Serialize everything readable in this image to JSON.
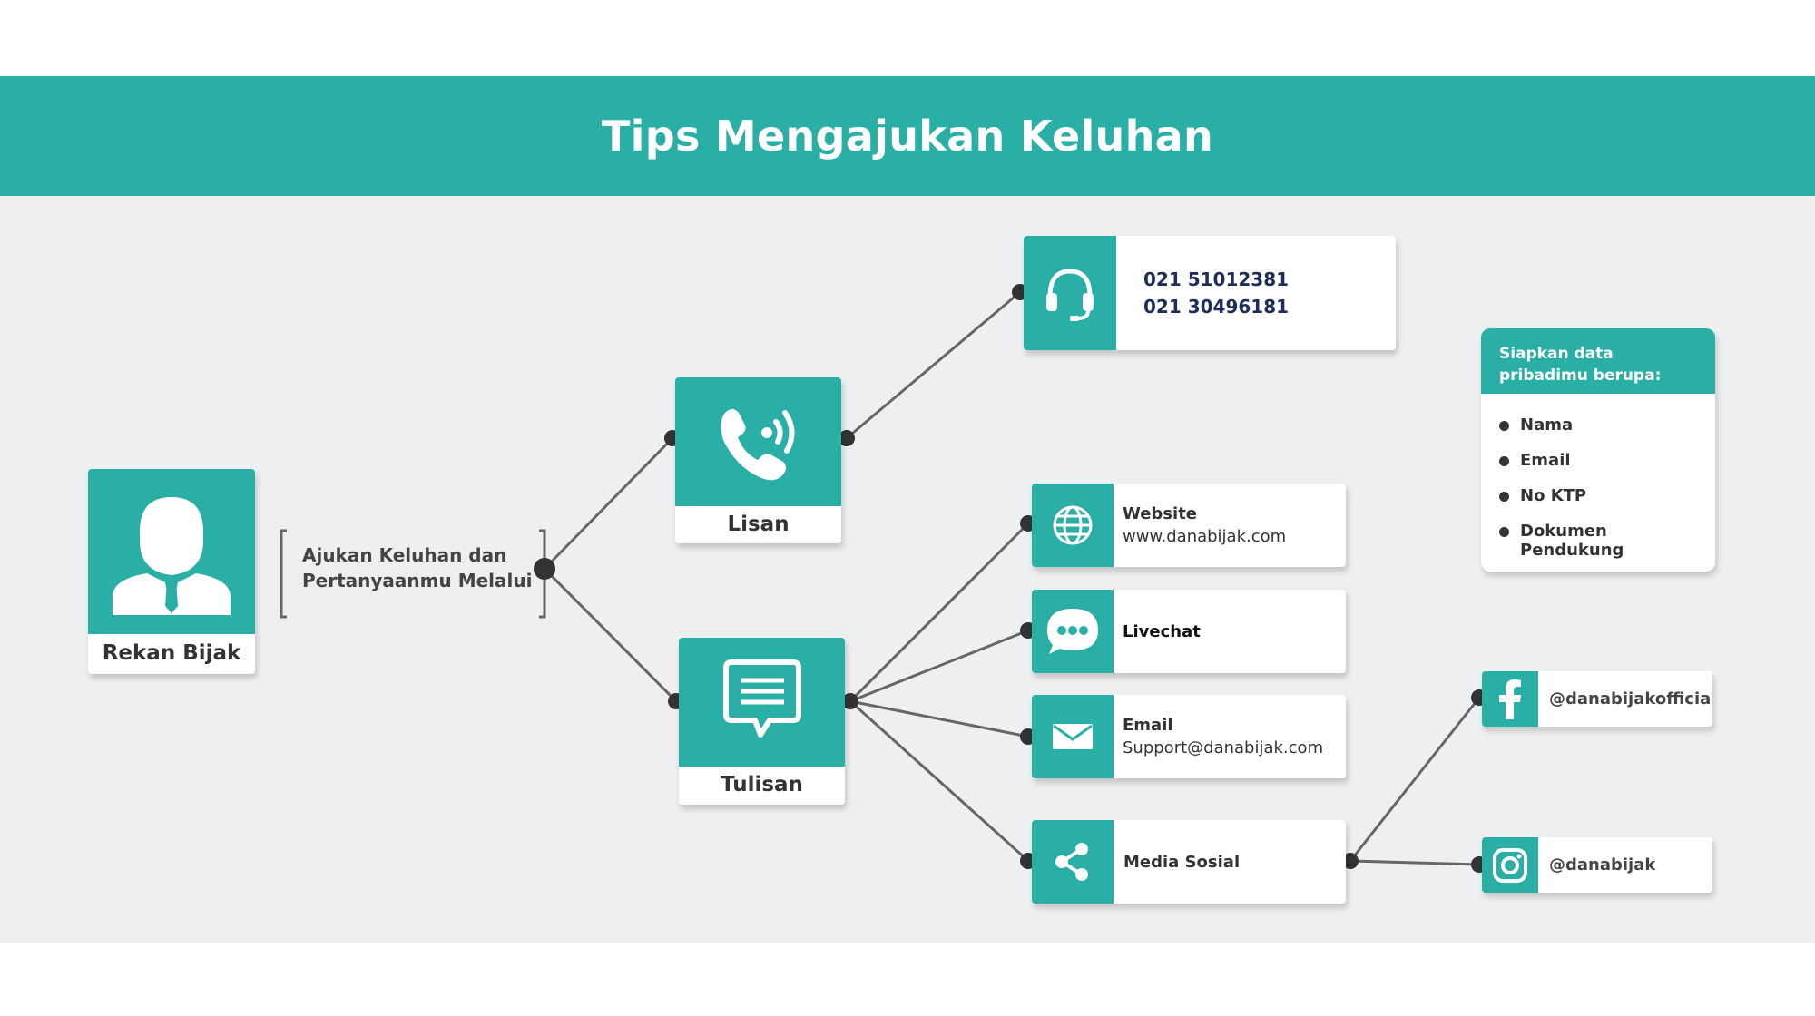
{
  "title": "Tips Mengajukan Keluhan",
  "colors": {
    "accent": "#2aafa6",
    "background": "#eeeff1",
    "connector": "#666666",
    "phone_text": "#1e2e59"
  },
  "user": {
    "label": "Rekan Bijak",
    "icon": "person-icon"
  },
  "intro": {
    "line1": "Ajukan Keluhan dan",
    "line2": "Pertanyaanmu Melalui"
  },
  "lisan": {
    "label": "Lisan",
    "icon": "phone-ringing-icon"
  },
  "tulisan": {
    "label": "Tulisan",
    "icon": "message-icon"
  },
  "phone": {
    "icon": "headset-icon",
    "numbers": [
      "021 51012381",
      "021 30496181"
    ]
  },
  "channels": [
    {
      "title": "Website",
      "detail": "www.danabijak.com",
      "icon": "globe-icon"
    },
    {
      "title": "Livechat",
      "detail": "",
      "icon": "chat-bubble-icon"
    },
    {
      "title": "Email",
      "detail": "Support@danabijak.com",
      "icon": "envelope-icon"
    },
    {
      "title": "Media Sosial",
      "detail": "",
      "icon": "share-icon"
    }
  ],
  "social": [
    {
      "handle": "@danabijakofficial",
      "icon": "facebook-icon"
    },
    {
      "handle": "@danabijak",
      "icon": "instagram-icon"
    }
  ],
  "data_box": {
    "heading": "Siapkan data pribadimu berupa:",
    "items": [
      "Nama",
      "Email",
      "No KTP",
      "Dokumen Pendukung"
    ]
  }
}
